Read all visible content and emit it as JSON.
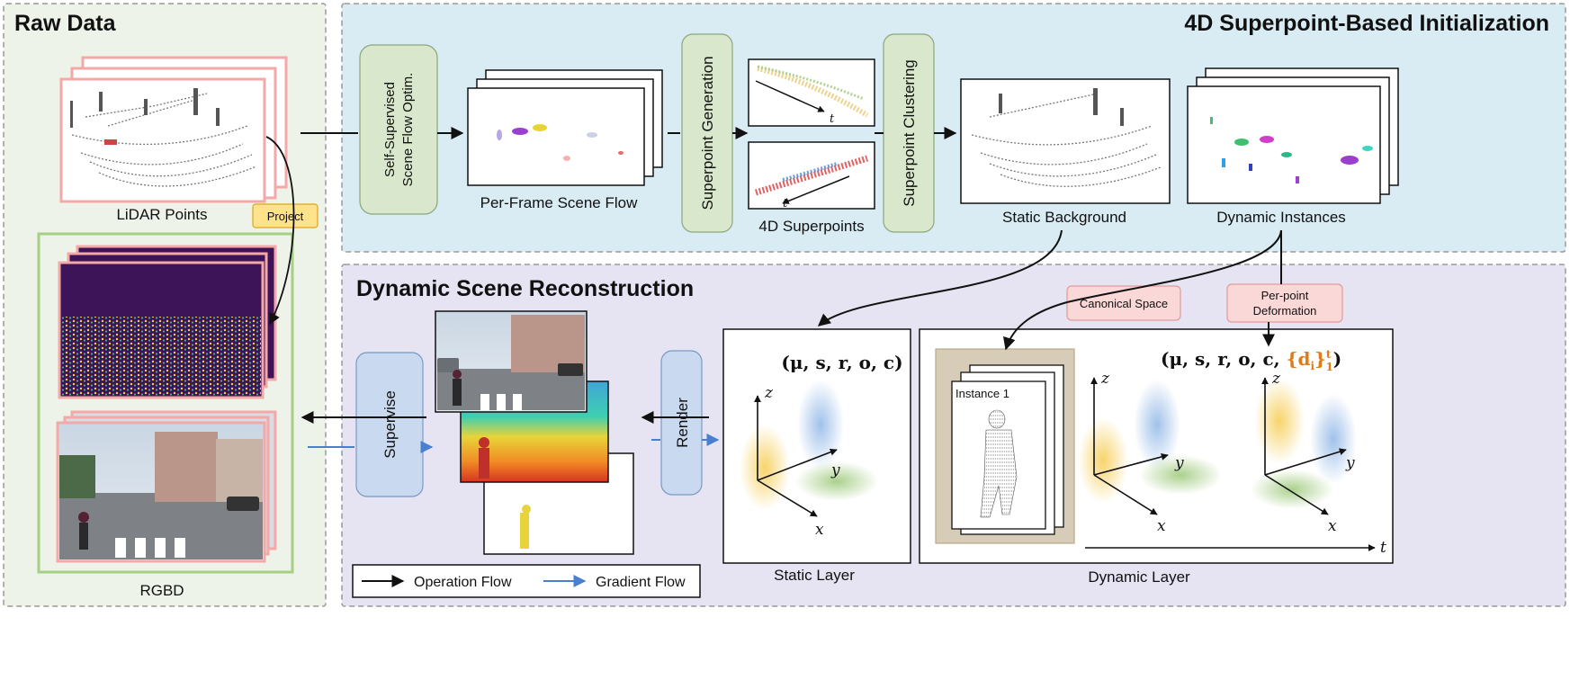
{
  "raw_data": {
    "title": "Raw Data",
    "lidar_caption": "LiDAR Points",
    "project_label": "Project",
    "rgbd_caption": "RGBD"
  },
  "init": {
    "title": "4D Superpoint-Based Initialization",
    "flow_optim_line1": "Self-Supervised",
    "flow_optim_line2": "Scene Flow Optim.",
    "scene_flow_caption": "Per-Frame Scene Flow",
    "superpoint_generation": "Superpoint Generation",
    "superpoints_caption": "4D Superpoints",
    "superpoint_clustering": "Superpoint Clustering",
    "static_bg_caption": "Static Background",
    "dynamic_inst_caption": "Dynamic Instances",
    "t_label": "t"
  },
  "recon": {
    "title": "Dynamic Scene Reconstruction",
    "supervise": "Supervise",
    "render": "Render",
    "canonical_space": "Canonical Space",
    "deformation_line1": "Per-point",
    "deformation_line2": "Deformation",
    "static_params": "(μ, s, r, o, c)",
    "dynamic_params_prefix": "(μ, s, r, o, c, ",
    "dynamic_params_d": "{d",
    "dynamic_params_i": "i",
    "dynamic_params_close": "}",
    "dynamic_params_sup": "t",
    "dynamic_params_sub": "1",
    "dynamic_params_end": ")",
    "instance_label": "Instance 1",
    "axis_x": "x",
    "axis_y": "y",
    "axis_z": "z",
    "time_axis": "t",
    "static_layer": "Static Layer",
    "dynamic_layer": "Dynamic Layer"
  },
  "legend": {
    "operation_flow": "Operation Flow",
    "gradient_flow": "Gradient Flow"
  },
  "colors": {
    "raw_bg": "#eef3e9",
    "init_bg": "#d9ebf3",
    "recon_bg": "#e6e3f2",
    "green_box": "#d9e8cc",
    "blue_box": "#c9d9f0",
    "pink_box": "#fbd8d8",
    "yellow_tag": "#ffe38a",
    "lidar_frame": "#f4a8a8",
    "rgbd_frame": "#a6cf86",
    "gradient_arrow": "#4a7fcf",
    "deform_orange": "#e07b1a"
  }
}
